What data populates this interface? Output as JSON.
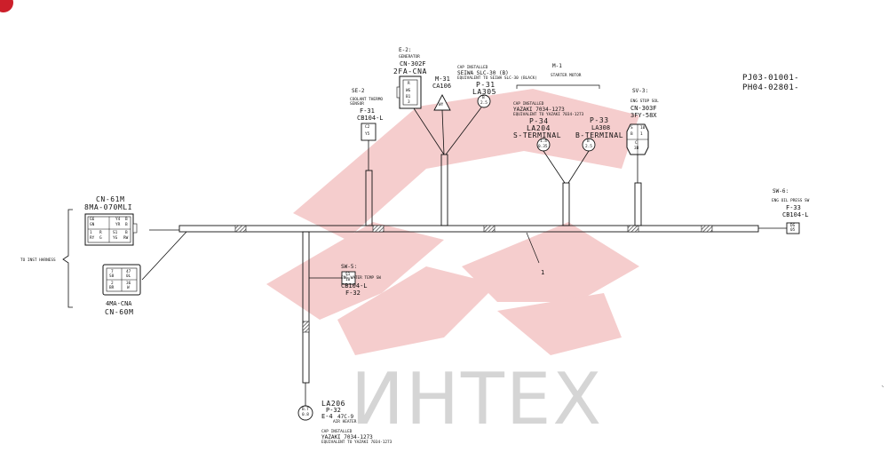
{
  "doc_ids": {
    "line1": "PJ03-01001-",
    "line2": "PH04-02801-"
  },
  "watermark": "ИНТЕХ",
  "harness_number": "1",
  "to_inst_harness": "TO INST HARNESS",
  "cn61m": {
    "id": "CN-61M",
    "part": "8MA-070MLI",
    "pins": [
      "G6",
      "",
      "Y4",
      "B",
      "GN",
      "",
      "YR",
      "B",
      "1",
      "R",
      "S1",
      "B",
      "RY",
      "G",
      "YG",
      "RW"
    ]
  },
  "cn60m": {
    "id": "CN-60M",
    "part": "4MA-CNA",
    "pins": [
      "7",
      "47",
      "S8",
      "0L",
      "2",
      "36",
      "BR",
      "W"
    ]
  },
  "se2": {
    "id": "SE-2",
    "desc1": "COOLANT THERMO",
    "desc2": "SENSOR",
    "f": "F-31",
    "cb": "CB104-L",
    "pins": [
      "C2",
      "Y5"
    ]
  },
  "e2": {
    "id": "E-2:",
    "name": "GENERATOR",
    "conn": "CN-302F",
    "part": "2FA-CNA",
    "pins": [
      "R",
      "WG",
      "B1",
      "3"
    ]
  },
  "m31": {
    "id": "M-31",
    "cb": "CA106",
    "pin": "WY"
  },
  "cap_seiwa": {
    "l1": "CAP INSTALLED",
    "l2": "SEIWA SLC-30 (B)",
    "l3": "EQUIVALENT TO SEIWA SLC-30 (BLACK)"
  },
  "p31": {
    "id": "P-31",
    "la": "LA305",
    "pins": [
      "B",
      "2.5"
    ]
  },
  "m1": {
    "id": "M-1",
    "name": "STARTER MOTOR"
  },
  "cap_yazaki_top": {
    "l1": "CAP INSTALLED",
    "l2": "YAZAKI 7034-1273",
    "l3": "EQUIVALENT TO YAZAKI 7034-1273"
  },
  "p34": {
    "id": "P-34",
    "la": "LA204",
    "term": "S-TERMINAL",
    "pins": [
      "1.4",
      "0.35"
    ]
  },
  "p33": {
    "id": "P-33",
    "la": "LA308",
    "term": "B-TERMINAL",
    "pins": [
      "B",
      "2.5"
    ]
  },
  "sv3": {
    "id": "SV-3:",
    "name": "ENG STOP SOL",
    "conn": "CN-303F",
    "part": "3FY-58X",
    "pins": [
      "S",
      "10",
      "B",
      "1",
      "C",
      "3B"
    ]
  },
  "sw6": {
    "id": "SW-6:",
    "name": "ENG OIL PRESS SW",
    "f": "F-33",
    "cb": "CB104-L",
    "pins": [
      "DG",
      "05"
    ]
  },
  "sw5": {
    "id": "SW-5:",
    "name": "ENG WATER TEMP SW",
    "cb": "CB104-L",
    "f": "F-32",
    "pins": [
      "S1",
      "10"
    ]
  },
  "la206": {
    "la": "LA206",
    "p": "P-32",
    "e": "E-4",
    "e_part": "47C-9",
    "heater": "AIR HEATER",
    "cap1": "CAP INSTALLED",
    "cap2": "YAZAKI 7034-1273",
    "cap3": "EQUIVALENT TO YAZAKI 7034-1273",
    "pins": [
      "B.T",
      "0.8"
    ]
  }
}
